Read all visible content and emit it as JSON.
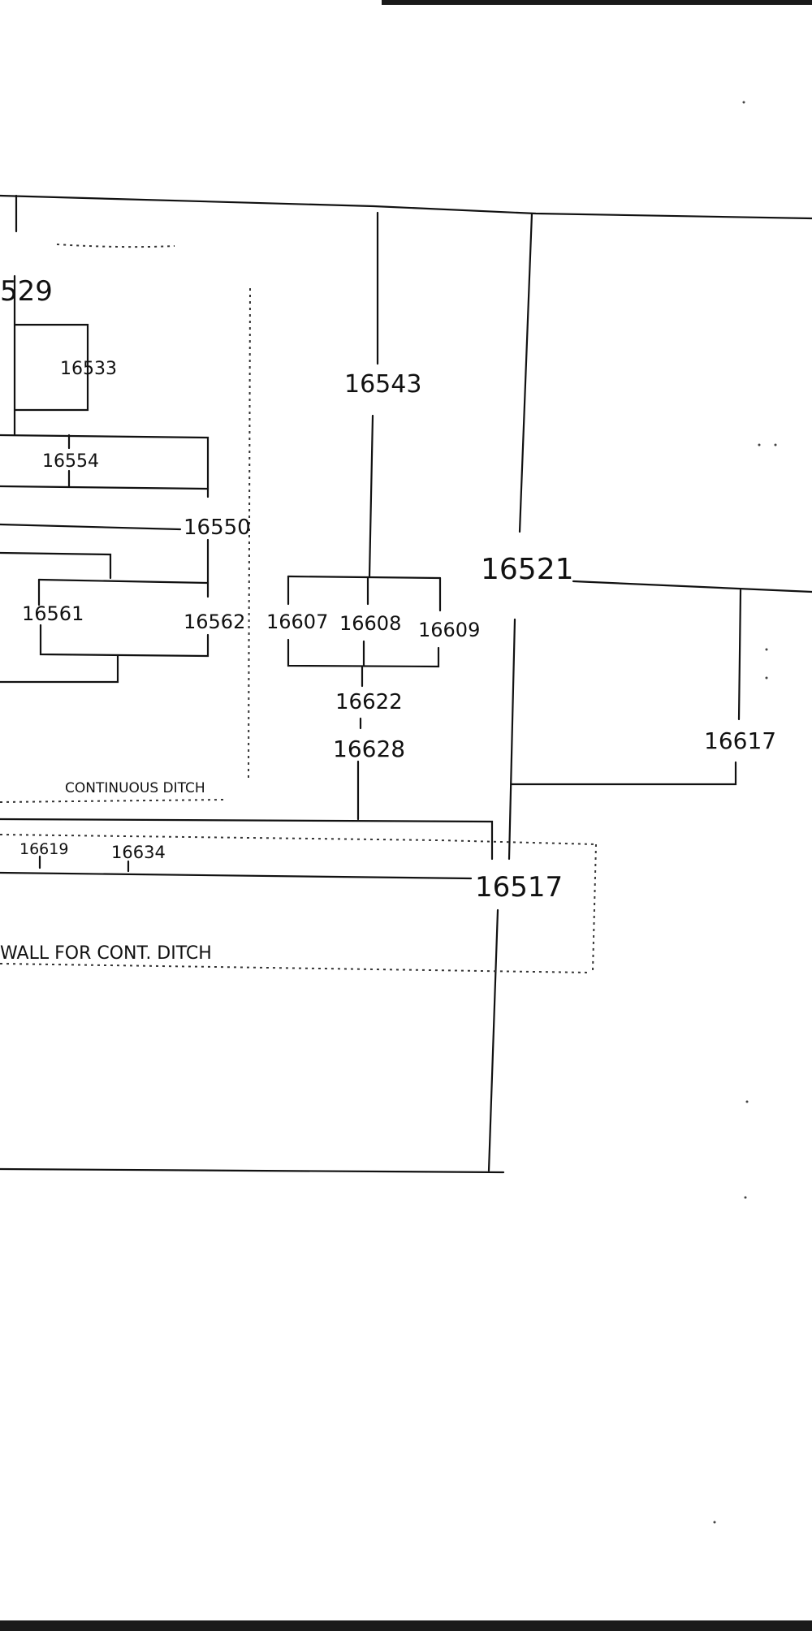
{
  "diagram": {
    "kind": "harris-matrix",
    "contexts": [
      {
        "id": "ctx-16529",
        "label": "529"
      },
      {
        "id": "ctx-16533",
        "label": "16533"
      },
      {
        "id": "ctx-16554",
        "label": "16554"
      },
      {
        "id": "ctx-16550",
        "label": "16550"
      },
      {
        "id": "ctx-16561",
        "label": "16561"
      },
      {
        "id": "ctx-16562",
        "label": "16562"
      },
      {
        "id": "ctx-16543",
        "label": "16543"
      },
      {
        "id": "ctx-16521",
        "label": "16521"
      },
      {
        "id": "ctx-16607",
        "label": "16607"
      },
      {
        "id": "ctx-16608",
        "label": "16608"
      },
      {
        "id": "ctx-16609",
        "label": "16609"
      },
      {
        "id": "ctx-16622",
        "label": "16622"
      },
      {
        "id": "ctx-16628",
        "label": "16628"
      },
      {
        "id": "ctx-16617",
        "label": "16617"
      },
      {
        "id": "ctx-16619",
        "label": "16619"
      },
      {
        "id": "ctx-16634",
        "label": "16634"
      },
      {
        "id": "ctx-16517",
        "label": "16517"
      }
    ],
    "group_labels": {
      "continuous_ditch": "CONTINUOUS DITCH",
      "wall_for_ditch": "WALL FOR CONT. DITCH"
    }
  }
}
